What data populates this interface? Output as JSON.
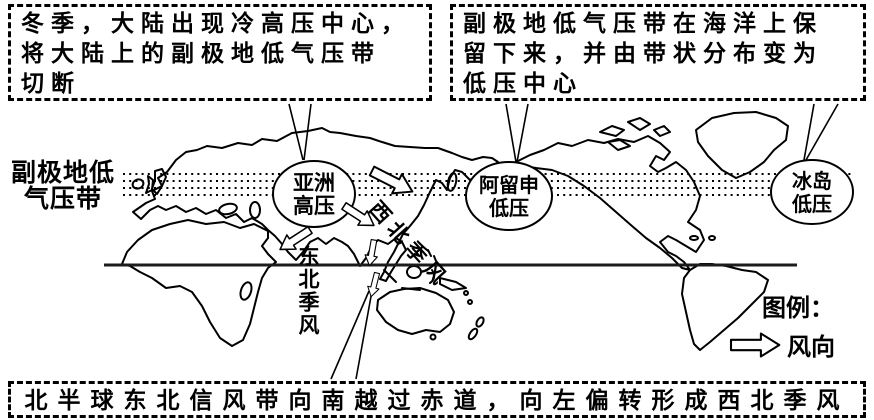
{
  "annotations": {
    "top_left": "冬季，大陆出现冷高压中心，\n将大陆上的副极地低气压带\n切断",
    "top_right": "副极地低气压带在海洋上保\n留下来，并由带状分布变为\n低压中心",
    "bottom": "北半球东北信风带向南越过赤道，向左偏转形成西北季风"
  },
  "labels": {
    "subpolar_belt_line1": "副极地低",
    "subpolar_belt_line2": "气压带"
  },
  "pressure_centers": {
    "asian_high": {
      "line1": "亚洲",
      "line2": "高压"
    },
    "aleutian_low": {
      "line1": "阿留申",
      "line2": "低压"
    },
    "iceland_low": {
      "line1": "冰岛",
      "line2": "低压"
    }
  },
  "winds": {
    "northwest_monsoon": "西北季风",
    "northeast_monsoon": "东北季风"
  },
  "legend": {
    "title": "图例：",
    "wind_direction_label": "风向",
    "arrow_icon": "hollow-right-arrow"
  },
  "colors": {
    "ink": "#000000",
    "background": "#ffffff"
  }
}
